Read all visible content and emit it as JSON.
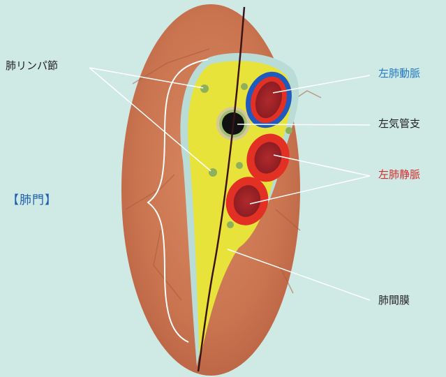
{
  "title": "【肺門】",
  "labels": {
    "lymph_node": "肺リンパ節",
    "left_pulmonary_artery": "左肺動脈",
    "left_bronchus": "左気管支",
    "left_pulmonary_vein": "左肺静脈",
    "pulmonary_ligament": "肺間膜"
  },
  "colors": {
    "background": "#cfe9e4",
    "lung": "#c9744f",
    "hilum_fill": "#e7e33a",
    "pleura_outline": "#b9dcd6",
    "artery": "#1f5bbf",
    "vein": "#e33024",
    "bronchus": "#111111",
    "lymph_node": "#8eb05a",
    "artery_label": "#1f78c1",
    "vein_label": "#d22b2b",
    "title_label": "#1f5fb0",
    "text": "#222222"
  }
}
